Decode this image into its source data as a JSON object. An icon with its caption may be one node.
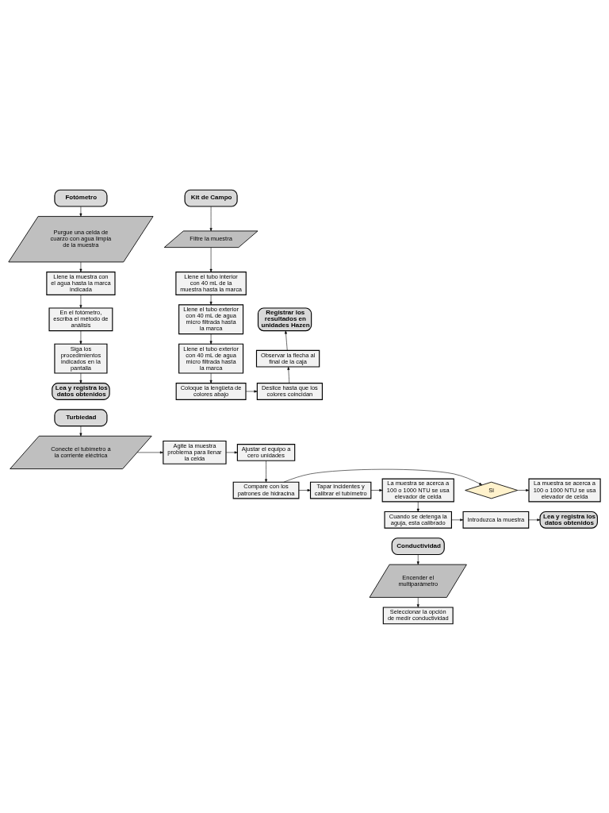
{
  "diagram": {
    "nodes": [
      {
        "text": [
          "Fotómetro"
        ]
      },
      {
        "text": [
          "Purgue una celda de cuarzo con agua limpia de la muestra"
        ]
      },
      {
        "text": [
          "Llene la muestra con el agua hasta la marca indicada"
        ]
      },
      {
        "text": [
          "En el fotómetro, escriba el método de análisis"
        ]
      },
      {
        "text": [
          "Siga los procedimientos indicados en la pantalla"
        ]
      },
      {
        "text": [
          "Lea y registra los datos obtenidos"
        ]
      },
      {
        "text": [
          "Kit de Campo"
        ]
      },
      {
        "text": [
          "Filtre la muestra"
        ]
      },
      {
        "text": [
          "Llene el tubo interior con 40 mL de la muestra hasta la marca"
        ]
      },
      {
        "text": [
          "Llene el tubo exterior con 40 mL de agua micro filtrada hasta la marca"
        ]
      },
      {
        "text": [
          "Llene el tubo exterior con 40 mL de agua micro filtrada hasta la marca"
        ]
      },
      {
        "text": [
          "Coloque la lengüeta de colores abajo"
        ]
      },
      {
        "text": [
          "Deslice hasta que los colores coincidan"
        ]
      },
      {
        "text": [
          "Observar la flecha al final de la caja"
        ]
      },
      {
        "text": [
          "Registrar los resultados en unidades Hazen"
        ]
      },
      {
        "text": [
          "Turbiedad"
        ]
      },
      {
        "text": [
          "Conecte el tubímetro a la corriente eléctrica"
        ]
      },
      {
        "text": [
          "Agite la muestra problema para llenar la celda"
        ]
      },
      {
        "text": [
          "Ajustar el equipo a cero unidades"
        ]
      },
      {
        "text": [
          "Compare con los patrones de hidracina"
        ]
      },
      {
        "text": [
          "Si"
        ]
      },
      {
        "text": [
          "La muestra se acerca a 100 o 1000 NTU se usa elevador de celda"
        ]
      },
      {
        "text": [
          "Tapar incidentes y calibrar el tubímetro"
        ]
      },
      {
        "text": [
          "La muestra se acerca a 100 o 1000 NTU se usa elevador de celda"
        ]
      },
      {
        "text": [
          "Cuando se detenga la aguja, esta calibrado"
        ]
      },
      {
        "text": [
          "Introduzca la muestra"
        ]
      },
      {
        "text": [
          "Lea y registra los datos obtenidos"
        ]
      },
      {
        "text": [
          "Conductividad"
        ]
      },
      {
        "text": [
          "Encender el multiparámetro"
        ]
      },
      {
        "text": [
          "Seleccionar la opción de medir conductividad"
        ]
      }
    ],
    "edges": [
      {
        "from": 0,
        "to": 1,
        "arrow": "to"
      },
      {
        "from": 1,
        "to": 2,
        "arrow": "to"
      },
      {
        "from": 2,
        "to": 3,
        "arrow": "to"
      },
      {
        "from": 3,
        "to": 4,
        "arrow": "to"
      },
      {
        "from": 4,
        "to": 5,
        "arrow": "to"
      },
      {
        "from": 6,
        "to": 7,
        "arrow": "to"
      },
      {
        "from": 7,
        "to": 8,
        "arrow": "to"
      },
      {
        "from": 8,
        "to": 9,
        "arrow": "to"
      },
      {
        "from": 9,
        "to": 10,
        "arrow": "to"
      },
      {
        "from": 10,
        "to": 11,
        "arrow": "to"
      },
      {
        "from": 11,
        "to": 12,
        "arrow": "to"
      },
      {
        "from": 12,
        "to": 13,
        "arrow": "to"
      },
      {
        "from": 13,
        "to": 14,
        "arrow": "to"
      },
      {
        "from": 15,
        "to": 16,
        "arrow": "to"
      },
      {
        "from": 16,
        "to": 17,
        "arrow": "to"
      },
      {
        "from": 17,
        "to": 18,
        "arrow": "to"
      },
      {
        "from": 18,
        "to": 19,
        "arrow": "to"
      },
      {
        "from": 19,
        "to": 20,
        "arrow": "to"
      },
      {
        "from": 20,
        "to": 21,
        "arrow": "to"
      },
      {
        "from": 19,
        "to": 22,
        "arrow": "to"
      },
      {
        "from": 22,
        "to": 23,
        "arrow": "to"
      },
      {
        "from": 23,
        "to": 24,
        "arrow": "to"
      },
      {
        "from": 24,
        "to": 25,
        "arrow": "to"
      },
      {
        "from": 25,
        "to": 26,
        "arrow": "to"
      },
      {
        "from": 27,
        "to": 28,
        "arrow": "to"
      },
      {
        "from": 28,
        "to": 29,
        "arrow": "to"
      }
    ]
  }
}
